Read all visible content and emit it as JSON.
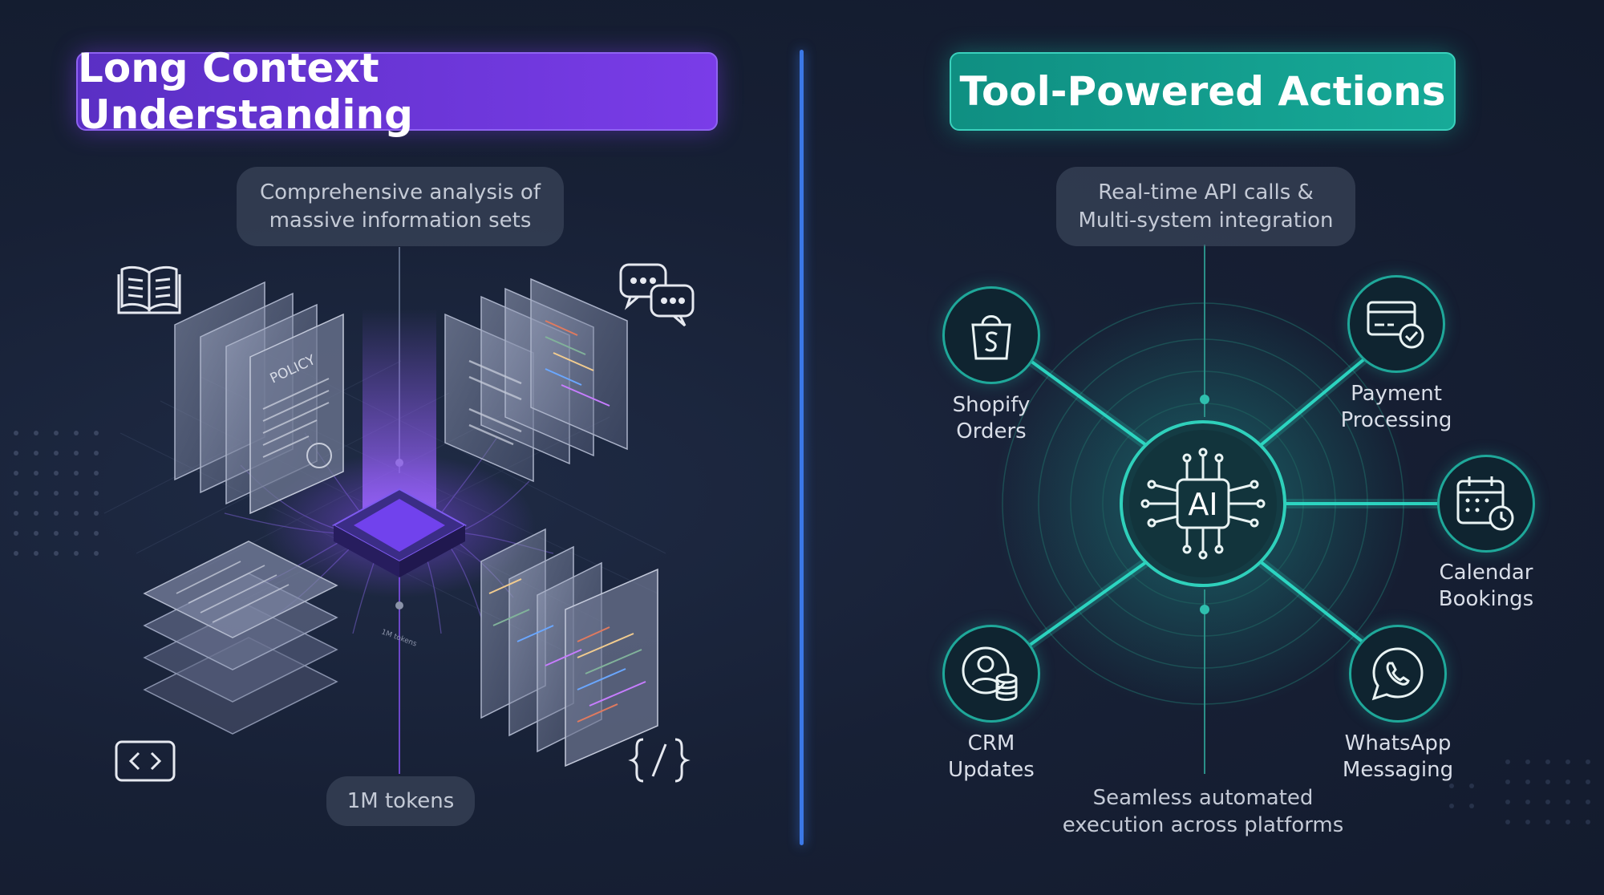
{
  "left": {
    "title": "Long Context Understanding",
    "top_pill": "Comprehensive analysis of massive information sets",
    "bottom_pill": "1M tokens",
    "doc_stamp": "POLICY",
    "tiny_label": "1M tokens",
    "icons": [
      "open-book-icon",
      "chat-bubbles-icon",
      "code-brackets-icon",
      "curly-braces-icon"
    ]
  },
  "right": {
    "title": "Tool-Powered Actions",
    "top_pill": "Real-time API calls & Multi-system integration",
    "center_label": "AI",
    "bottom_caption": "Seamless automated execution across platforms",
    "nodes": [
      {
        "label": "Shopify\nOrders",
        "icon": "shopify-bag-icon"
      },
      {
        "label": "Payment\nProcessing",
        "icon": "credit-card-check-icon"
      },
      {
        "label": "Calendar\nBookings",
        "icon": "calendar-clock-icon"
      },
      {
        "label": "CRM\nUpdates",
        "icon": "user-database-icon"
      },
      {
        "label": "WhatsApp\nMessaging",
        "icon": "whatsapp-icon"
      }
    ]
  },
  "colors": {
    "purple_accent": "#7a3ce8",
    "teal_accent": "#17aa98",
    "divider": "#3b78e7",
    "background": "#172035"
  }
}
